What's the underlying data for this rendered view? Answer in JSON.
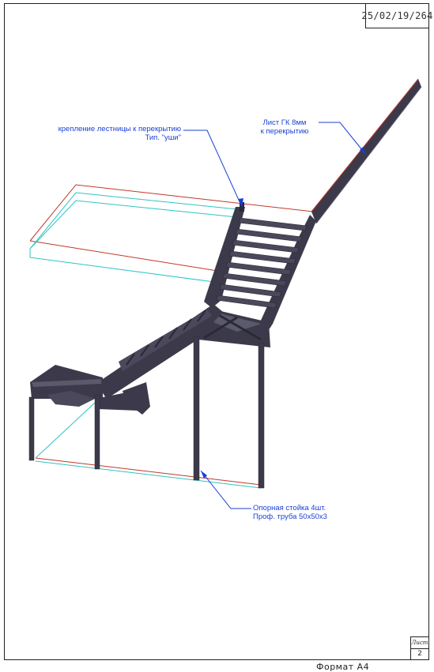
{
  "title_block": {
    "doc_code": "25/02/19/264",
    "sheet_label": "Лист",
    "sheet_number": "2",
    "format_label": "Формат  А4"
  },
  "annotations": {
    "fastening": [
      "крепление лестницы к перекрытию",
      "Тип. \"уши\""
    ],
    "drywall": [
      "Лист ГК 8мм",
      "к перекрытию"
    ],
    "support": [
      "Опорная стойка 4шт.",
      "Проф. труба 50х50х3"
    ]
  },
  "colors": {
    "steel": "#3c3a4a",
    "steel_light": "#5b596c",
    "leader": "#1a3fd6",
    "outline_red": "#c0392b",
    "outline_cyan": "#2ec4c4"
  }
}
